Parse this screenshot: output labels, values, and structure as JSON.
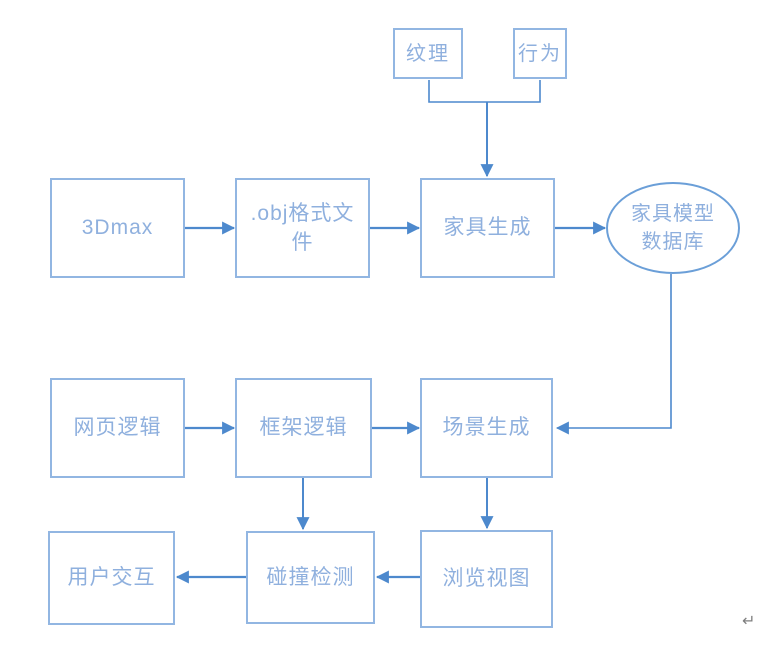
{
  "colors": {
    "box_border": "#92b6e2",
    "ellipse_border": "#6b9fd8",
    "arrow": "#4d89cd",
    "text": "#8fb0de",
    "return_color": "#7f7f7f"
  },
  "nodes": {
    "texture": {
      "label": "纹理"
    },
    "behavior": {
      "label": "行为"
    },
    "max3d": {
      "label": "3Dmax"
    },
    "obj_file": {
      "label": ".obj格式文\n件"
    },
    "furniture_gen": {
      "label": "家具生成"
    },
    "furniture_db": {
      "label": "家具模型\n数据库"
    },
    "web_logic": {
      "label": "网页逻辑"
    },
    "frame_logic": {
      "label": "框架逻辑"
    },
    "scene_gen": {
      "label": "场景生成"
    },
    "user_interaction": {
      "label": "用户交互"
    },
    "collision_detect": {
      "label": "碰撞检测"
    },
    "browse_view": {
      "label": "浏览视图"
    }
  },
  "edges": [
    {
      "from": "纹理",
      "to": "家具生成"
    },
    {
      "from": "行为",
      "to": "家具生成"
    },
    {
      "from": "3Dmax",
      "to": ".obj格式文件"
    },
    {
      "from": ".obj格式文件",
      "to": "家具生成"
    },
    {
      "from": "家具生成",
      "to": "家具模型数据库"
    },
    {
      "from": "家具模型数据库",
      "to": "场景生成"
    },
    {
      "from": "网页逻辑",
      "to": "框架逻辑"
    },
    {
      "from": "框架逻辑",
      "to": "场景生成"
    },
    {
      "from": "框架逻辑",
      "to": "碰撞检测"
    },
    {
      "from": "场景生成",
      "to": "浏览视图"
    },
    {
      "from": "浏览视图",
      "to": "碰撞检测"
    },
    {
      "from": "碰撞检测",
      "to": "用户交互"
    }
  ],
  "footer": {
    "return_mark": "↵"
  }
}
